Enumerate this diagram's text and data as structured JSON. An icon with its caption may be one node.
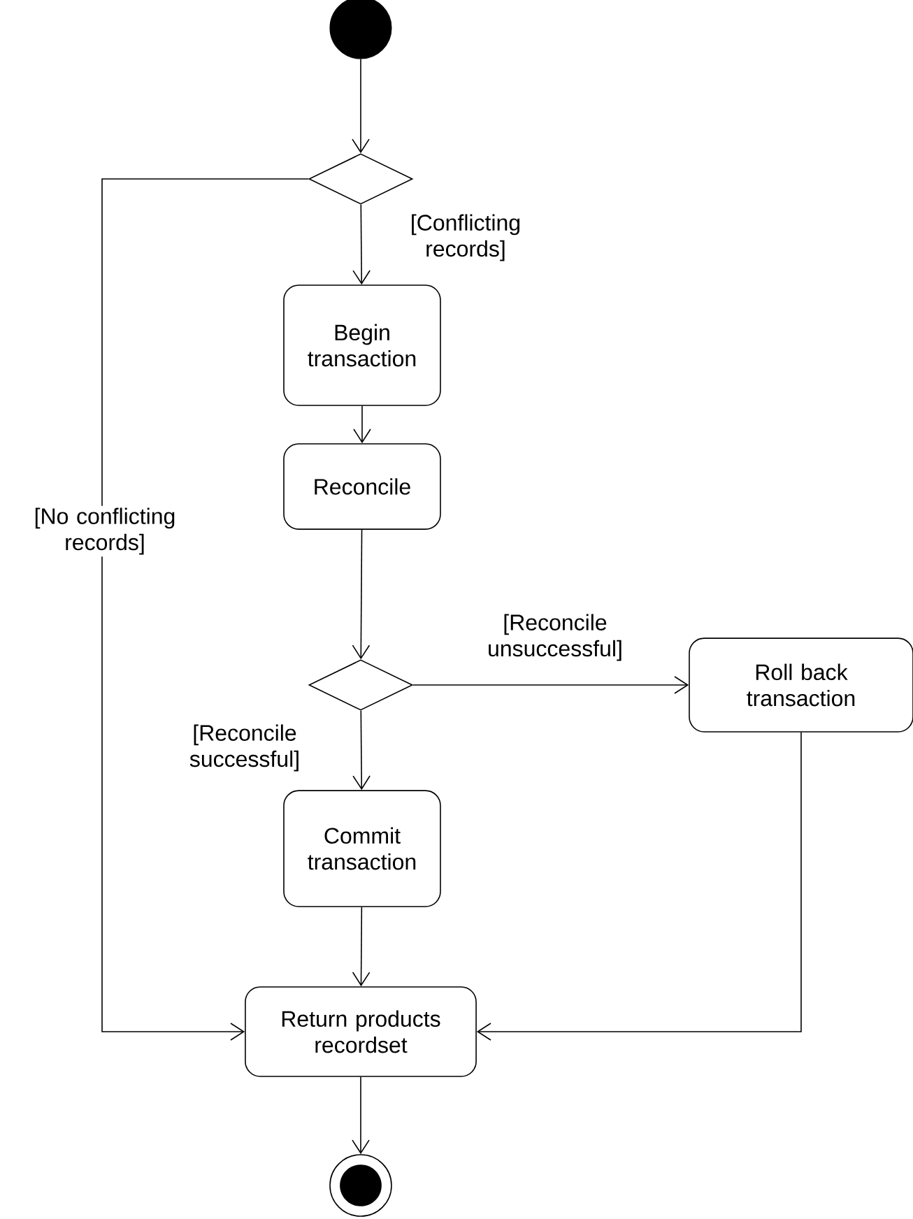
{
  "diagram": {
    "nodes": [
      {
        "text": [],
        "shape": "circle"
      },
      {
        "text": [],
        "shape": "diamond"
      },
      {
        "text": [
          "Begin transaction"
        ]
      },
      {
        "text": [
          "Reconcile"
        ]
      },
      {
        "text": [],
        "shape": "diamond"
      },
      {
        "text": [
          "Roll back transaction"
        ]
      },
      {
        "text": [
          "Commit transaction"
        ]
      },
      {
        "text": [
          "Return products recordset"
        ]
      },
      {
        "text": [],
        "shape": "bullseye"
      }
    ],
    "edges": [
      {
        "from": 0,
        "to": 1,
        "arrow": "to"
      },
      {
        "from": 1,
        "to": 2,
        "arrow": "to",
        "label": "[Conflicting records]"
      },
      {
        "from": 1,
        "to": 7,
        "arrow": "to",
        "label": "[No conflicting records]"
      },
      {
        "from": 2,
        "to": 3,
        "arrow": "to"
      },
      {
        "from": 3,
        "to": 4,
        "arrow": "to"
      },
      {
        "from": 4,
        "to": 5,
        "arrow": "to",
        "label": "[Reconcile unsuccessful]"
      },
      {
        "from": 4,
        "to": 6,
        "arrow": "to",
        "label": "[Reconcile successful]"
      },
      {
        "from": 6,
        "to": 7,
        "arrow": "to"
      },
      {
        "from": 5,
        "to": 7,
        "arrow": "to"
      },
      {
        "from": 7,
        "to": 8,
        "arrow": "to"
      }
    ]
  }
}
